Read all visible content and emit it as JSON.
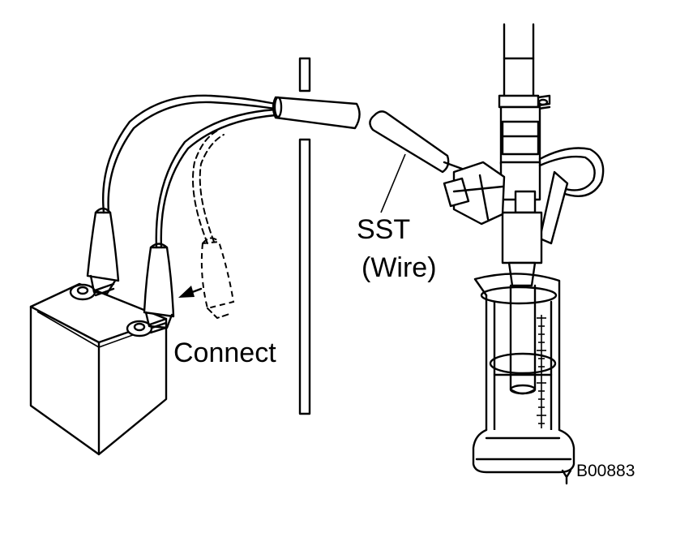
{
  "labels": {
    "connect": "Connect",
    "sst": "SST",
    "wire": "(Wire)",
    "figure_code": "B00883"
  }
}
